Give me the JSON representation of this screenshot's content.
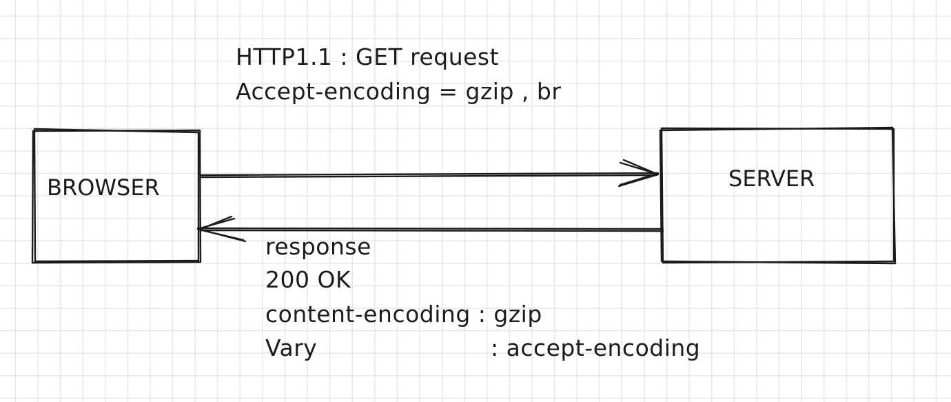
{
  "diagram": {
    "nodes": {
      "browser": "BROWSER",
      "server": "SERVER"
    },
    "request": {
      "line1": "HTTP1.1 : GET request",
      "line2": "Accept-encoding = gzip , br"
    },
    "response": {
      "line1": "response",
      "line2": "200 OK",
      "line3": "content-encoding : gzip",
      "line4_key": "Vary",
      "line4_value": ": accept-encoding"
    }
  }
}
